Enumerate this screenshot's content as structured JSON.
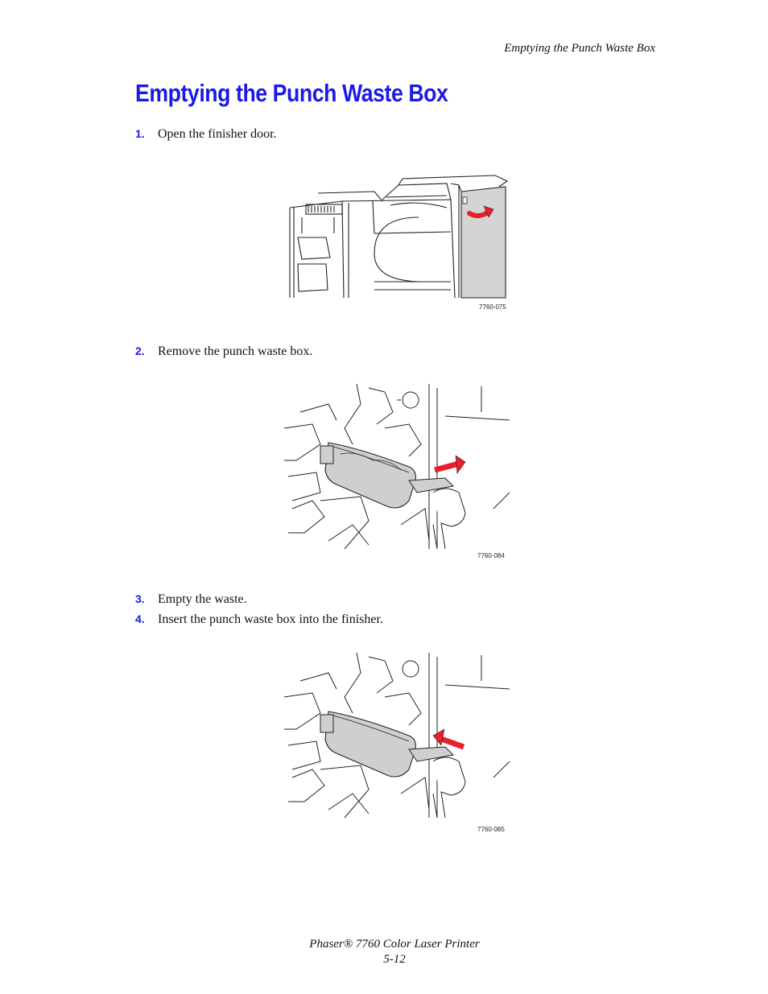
{
  "header": {
    "running_title": "Emptying the Punch Waste Box"
  },
  "main": {
    "title": "Emptying the Punch Waste Box",
    "steps": [
      {
        "number": "1.",
        "text": "Open the finisher door."
      },
      {
        "number": "2.",
        "text": "Remove the punch waste box."
      },
      {
        "number": "3.",
        "text": "Empty the waste."
      },
      {
        "number": "4.",
        "text": "Insert the punch waste box into the finisher."
      }
    ],
    "figures": [
      {
        "code": "7760-075"
      },
      {
        "code": "7760-084"
      },
      {
        "code": "7760-085"
      }
    ]
  },
  "footer": {
    "product": "Phaser® 7760 Color Laser Printer",
    "page": "5-12"
  },
  "colors": {
    "heading": "#1a1ae6",
    "arrow": "#e8202a",
    "door": "#d4d4d4"
  }
}
